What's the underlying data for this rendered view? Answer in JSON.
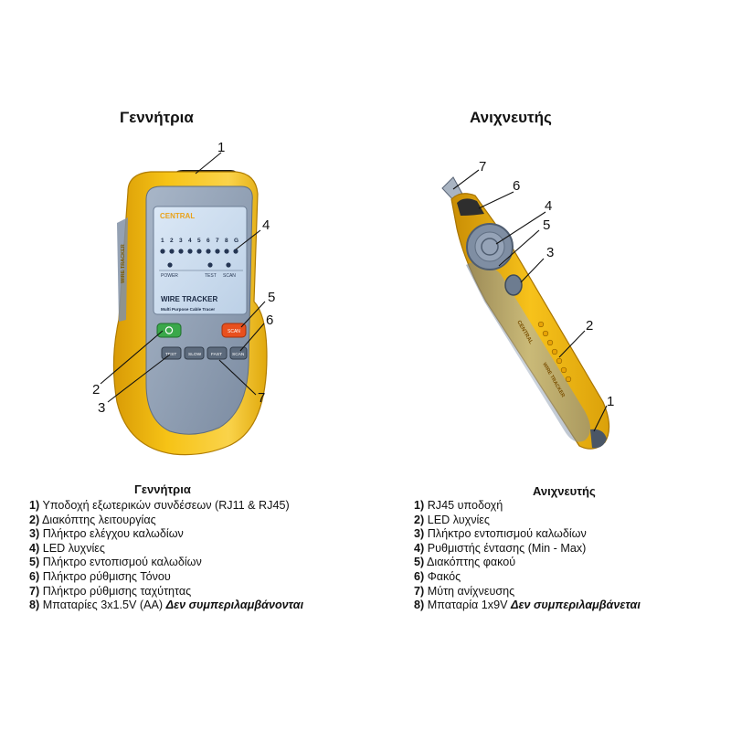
{
  "generator": {
    "title": "Γεννήτρια",
    "device": {
      "brand": "CENTRAL",
      "led_numbers": [
        "1",
        "2",
        "3",
        "4",
        "5",
        "6",
        "7",
        "8",
        "G"
      ],
      "panel_labels": [
        "POWER",
        "TEST",
        "SCAN"
      ],
      "model": "WIRE TRACKER",
      "model_subtitle": "Multi Purpose Cable Tracer",
      "buttons": [
        "TEST",
        "SLOW",
        "FAST",
        "SCAN"
      ],
      "side_text": "WIRE TRACKER",
      "colors": {
        "body": "#f6c316",
        "body_dark": "#d99b06",
        "face": "#8e9eb3",
        "screen": "#cfe0f2",
        "power_button": "#3aa84a",
        "scan_button": "#e8501e"
      }
    },
    "callouts": [
      "1",
      "4",
      "5",
      "6",
      "7",
      "2",
      "3"
    ],
    "legend_title": "Γεννήτρια",
    "legend": [
      {
        "num": "1)",
        "text": " Υποδοχή εξωτερικών συνδέσεων (RJ11 & RJ45)"
      },
      {
        "num": "2)",
        "text": " Διακόπτης λειτουργίας"
      },
      {
        "num": "3)",
        "text": " Πλήκτρο ελέγχου καλωδίων"
      },
      {
        "num": "4)",
        "text": " LED λυχνίες"
      },
      {
        "num": "5)",
        "text": " Πλήκτρο εντοπισμού καλωδίων"
      },
      {
        "num": "6)",
        "text": " Πλήκτρο ρύθμισης Τόνου"
      },
      {
        "num": "7)",
        "text": " Πλήκτρο ρύθμισης ταχύτητας"
      },
      {
        "num": "8)",
        "text": " Μπαταρίες 3x1.5V (AA) ",
        "note": "Δεν συμπεριλαμβάνονται"
      }
    ]
  },
  "detector": {
    "title": "Ανιχνευτής",
    "device": {
      "brand": "CENTRAL",
      "model": "WIRE TRACKER",
      "colors": {
        "body": "#f3bf1a",
        "grip": "#8c9cb0",
        "wheel": "#7f8ea3"
      }
    },
    "callouts": [
      "7",
      "6",
      "4",
      "5",
      "3",
      "2",
      "1"
    ],
    "legend_title": "Ανιχνευτής",
    "legend": [
      {
        "num": "1)",
        "text": " RJ45 υποδοχή"
      },
      {
        "num": "2)",
        "text": " LED λυχνίες"
      },
      {
        "num": "3)",
        "text": " Πλήκτρο εντοπισμού καλωδίων"
      },
      {
        "num": "4)",
        "text": " Ρυθμιστής έντασης (Min - Max)"
      },
      {
        "num": "5)",
        "text": " Διακόπτης φακού"
      },
      {
        "num": "6)",
        "text": " Φακός"
      },
      {
        "num": "7)",
        "text": " Μύτη ανίχνευσης"
      },
      {
        "num": "8)",
        "text": " Μπαταρία 1x9V ",
        "note": "Δεν συμπεριλαμβάνεται"
      }
    ]
  }
}
